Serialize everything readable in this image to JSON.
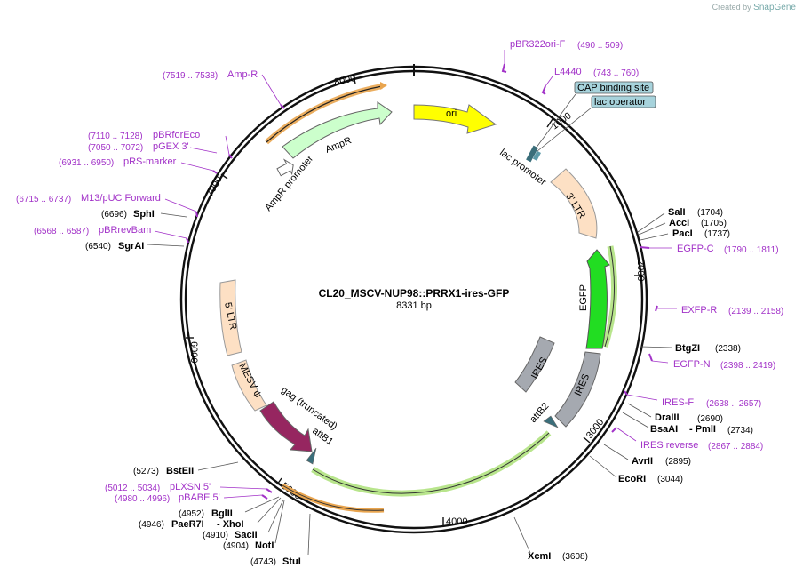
{
  "credit": {
    "prefix": "Created by",
    "brand": "SnapGene"
  },
  "plasmid": {
    "name": "CL20_MSCV-NUP98::PRRX1-ires-GFP",
    "length": "8331 bp"
  },
  "ticks": [
    "1000",
    "2000",
    "3000",
    "4000",
    "5000",
    "6000",
    "7000",
    "8000"
  ],
  "features": {
    "ori": "ori",
    "ampr": "AmpR",
    "ampr_promoter": "AmpR promoter",
    "lac_promoter": "lac promoter",
    "cap_site": "CAP binding site",
    "lac_operator": "lac operator",
    "ltr3": "3' LTR",
    "ltr5": "5' LTR",
    "egfp": "EGFP",
    "ires": "IRES",
    "ires2": "IRES",
    "attB2": "attB2",
    "attB1": "attB1",
    "mesv": "MESV ψ",
    "gag": "gag (truncated)"
  },
  "primers": {
    "pbr322ori": {
      "name": "pBR322ori-F",
      "range": "(490 .. 509)"
    },
    "l4440": {
      "name": "L4440",
      "range": "(743 .. 760)"
    },
    "egfpc": {
      "name": "EGFP-C",
      "range": "(1790 .. 1811)"
    },
    "exfpr": {
      "name": "EXFP-R",
      "range": "(2139 .. 2158)"
    },
    "egfpn": {
      "name": "EGFP-N",
      "range": "(2398 .. 2419)"
    },
    "iresf": {
      "name": "IRES-F",
      "range": "(2638 .. 2657)"
    },
    "iresrev": {
      "name": "IRES reverse",
      "range": "(2867 .. 2884)"
    },
    "ampr": {
      "name": "Amp-R",
      "range": "(7519 .. 7538)"
    },
    "pbrforeco": {
      "name": "pBRforEco",
      "range": "(7110 .. 7128)"
    },
    "pgex3": {
      "name": "pGEX 3'",
      "range": "(7050 .. 7072)"
    },
    "prsmarker": {
      "name": "pRS-marker",
      "range": "(6931 .. 6950)"
    },
    "m13": {
      "name": "M13/pUC Forward",
      "range": "(6715 .. 6737)"
    },
    "pbrrevbam": {
      "name": "pBRrevBam",
      "range": "(6568 .. 6587)"
    },
    "plxsn": {
      "name": "pLXSN 5'",
      "range": "(5012 .. 5034)"
    },
    "pbabe": {
      "name": "pBABE 5'",
      "range": "(4980 .. 4996)"
    }
  },
  "sites": {
    "sali": {
      "name": "SalI",
      "pos": "(1704)"
    },
    "acci": {
      "name": "AccI",
      "pos": "(1705)"
    },
    "paci": {
      "name": "PacI",
      "pos": "(1737)"
    },
    "btgzi": {
      "name": "BtgZI",
      "pos": "(2338)"
    },
    "draiii": {
      "name": "DraIII",
      "pos": "(2690)"
    },
    "bsaai": {
      "name": "BsaAI",
      "pos": "(2734)"
    },
    "pmli": {
      "name": "- PmlI",
      "pos": ""
    },
    "avrii": {
      "name": "AvrII",
      "pos": "(2895)"
    },
    "ecori": {
      "name": "EcoRI",
      "pos": "(3044)"
    },
    "xcmi": {
      "name": "XcmI",
      "pos": "(3608)"
    },
    "stui": {
      "name": "StuI",
      "pos": "(4743)"
    },
    "noti": {
      "name": "NotI",
      "pos": "(4904)"
    },
    "sacii": {
      "name": "SacII",
      "pos": "(4910)"
    },
    "paer7i": {
      "name": "PaeR7I",
      "pos": "(4946)"
    },
    "xhoi": {
      "name": "- XhoI",
      "pos": ""
    },
    "bglii": {
      "name": "BglII",
      "pos": "(4952)"
    },
    "bsteii": {
      "name": "BstEII",
      "pos": "(5273)"
    },
    "sphi": {
      "name": "SphI",
      "pos": "(6696)"
    },
    "sgrai": {
      "name": "SgrAI",
      "pos": "(6540)"
    }
  },
  "colors": {
    "primer": "#a232c8",
    "ori": "#ffff00",
    "ampr": "#ccffcc",
    "ltr": "#fde0c4",
    "egfp": "#22dd22",
    "ires": "#a5a9b0",
    "gag": "#962660",
    "feature_box": "#a7d3dc"
  }
}
